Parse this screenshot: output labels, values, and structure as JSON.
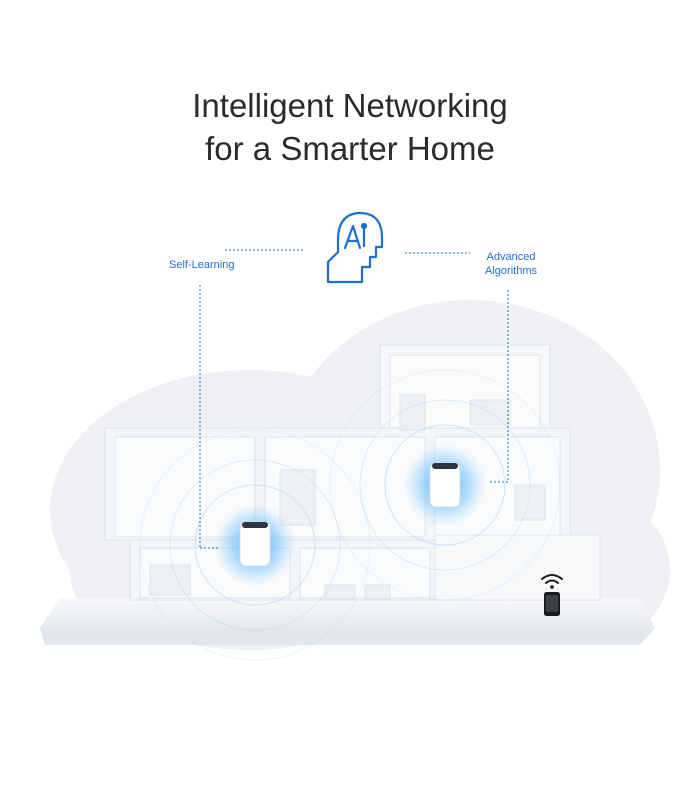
{
  "headline": {
    "line1": "Intelligent Networking",
    "line2": "for a Smarter Home"
  },
  "features": {
    "left": "Self-Learning",
    "right_line1": "Advanced",
    "right_line2": "Algorithms"
  },
  "icons": {
    "center": "ai-head-icon",
    "devices": [
      "mesh-router-unit",
      "mesh-router-unit"
    ],
    "client": "smartphone-wifi-icon"
  },
  "colors": {
    "accent": "#1f6fd1",
    "glow": "#4fb4ff",
    "text": "#2b2b2b",
    "house": "#f1f3f6",
    "cloud": "#eef0f3"
  }
}
